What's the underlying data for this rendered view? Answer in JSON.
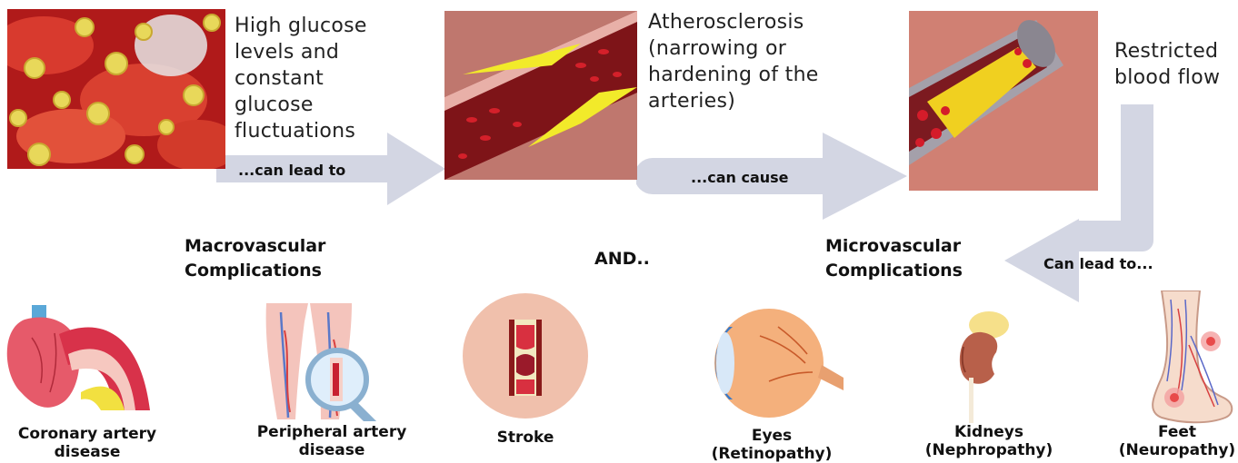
{
  "top_row": {
    "step1_text": "High glucose levels and constant glucose fluctuations",
    "arrow1_label": "...can lead to",
    "step2_text": "Atherosclerosis (narrowing or hardening of the arteries)",
    "arrow2_label": "...can cause",
    "step3_text": "Restricted blood flow",
    "arrow3_label": "Can lead to..."
  },
  "middle_row": {
    "macro_heading": "Macrovascular Complications",
    "and_text": "AND..",
    "micro_heading": "Microvascular Complications"
  },
  "complications": [
    {
      "label": "Coronary artery disease",
      "icon": "heart-artery-icon"
    },
    {
      "label": "Peripheral artery disease",
      "icon": "legs-magnifier-icon"
    },
    {
      "label": "Stroke",
      "icon": "blocked-vessel-icon"
    },
    {
      "label": "Eyes (Retinopathy)",
      "icon": "eye-icon"
    },
    {
      "label": "Kidneys (Nephropathy)",
      "icon": "kidney-icon"
    },
    {
      "label": "Feet (Neuropathy)",
      "icon": "foot-icon"
    }
  ],
  "colors": {
    "arrow": "#d3d6e3",
    "blood_red": "#c8202a",
    "plaque_yellow": "#f0e020"
  }
}
